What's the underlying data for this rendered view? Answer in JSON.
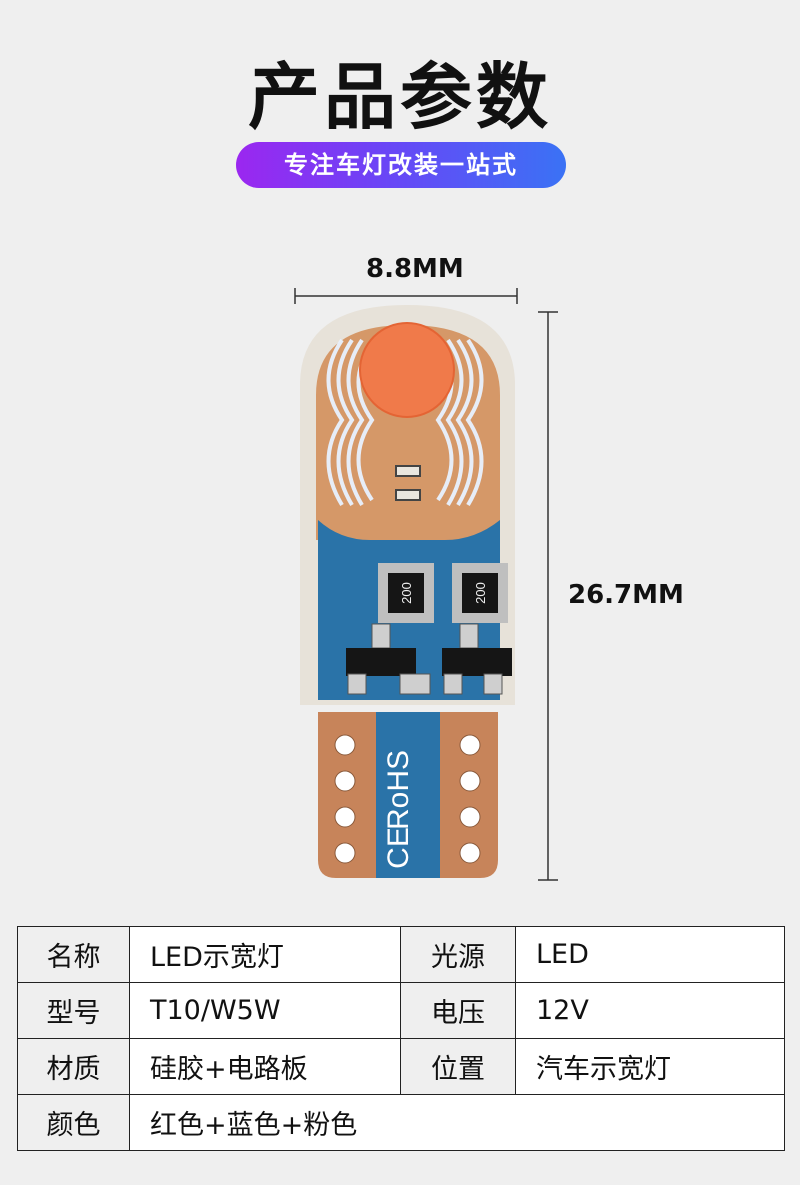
{
  "header": {
    "title": "产品参数",
    "tagline": "专注车灯改装一站式"
  },
  "dimensions": {
    "width_label": "8.8MM",
    "height_label": "26.7MM"
  },
  "bulb": {
    "resistor_code": "200",
    "marking_rohs": "RoHS",
    "marking_ce": "CE",
    "colors": {
      "led": "#f07a4a",
      "pcb": "#2a73a8",
      "base": "#c7845a",
      "coil": "#ffffff"
    }
  },
  "specs": {
    "rows": [
      {
        "k1": "名称",
        "v1": "LED示宽灯",
        "k2": "光源",
        "v2": "LED"
      },
      {
        "k1": "型号",
        "v1": "T10/W5W",
        "k2": "电压",
        "v2": "12V"
      },
      {
        "k1": "材质",
        "v1": "硅胶+电路板",
        "k2": "位置",
        "v2": "汽车示宽灯"
      },
      {
        "k1": "颜色",
        "v1": "红色+蓝色+粉色"
      }
    ]
  }
}
